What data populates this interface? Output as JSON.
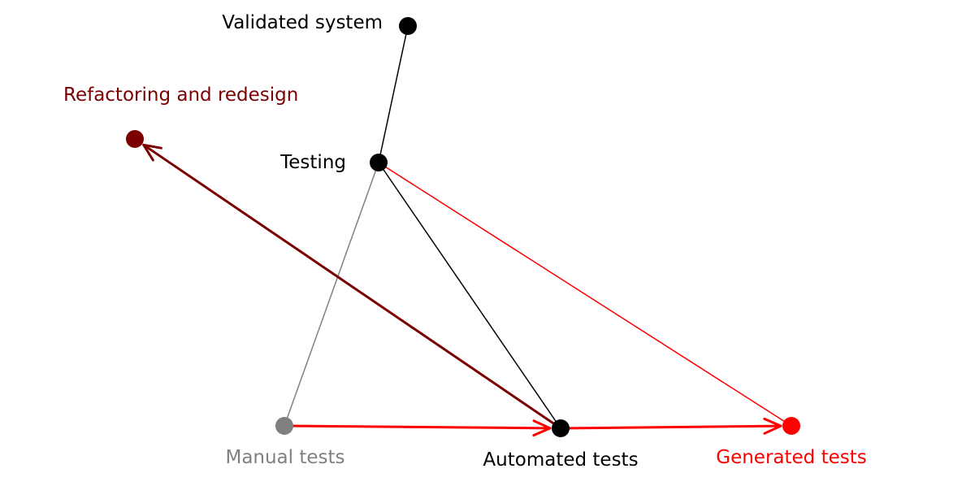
{
  "nodes": [
    {
      "id": "validated",
      "label": "Validated system",
      "color": "#000000"
    },
    {
      "id": "refactoring",
      "label": "Refactoring and redesign",
      "color": "#7b0000"
    },
    {
      "id": "testing",
      "label": "Testing",
      "color": "#000000"
    },
    {
      "id": "manual",
      "label": "Manual tests",
      "color": "#808080"
    },
    {
      "id": "automated",
      "label": "Automated tests",
      "color": "#000000"
    },
    {
      "id": "generated",
      "label": "Generated tests",
      "color": "#ff0000"
    }
  ],
  "edges": [
    {
      "from": "testing",
      "to": "validated",
      "color": "#000000",
      "arrow": false
    },
    {
      "from": "manual",
      "to": "testing",
      "color": "#808080",
      "arrow": false
    },
    {
      "from": "automated",
      "to": "testing",
      "color": "#000000",
      "arrow": false
    },
    {
      "from": "generated",
      "to": "testing",
      "color": "#ff0000",
      "arrow": false
    },
    {
      "from": "automated",
      "to": "refactoring",
      "color": "#7b0000",
      "arrow": true
    },
    {
      "from": "manual",
      "to": "automated",
      "color": "#ff0000",
      "arrow": true
    },
    {
      "from": "automated",
      "to": "generated",
      "color": "#ff0000",
      "arrow": true
    }
  ]
}
